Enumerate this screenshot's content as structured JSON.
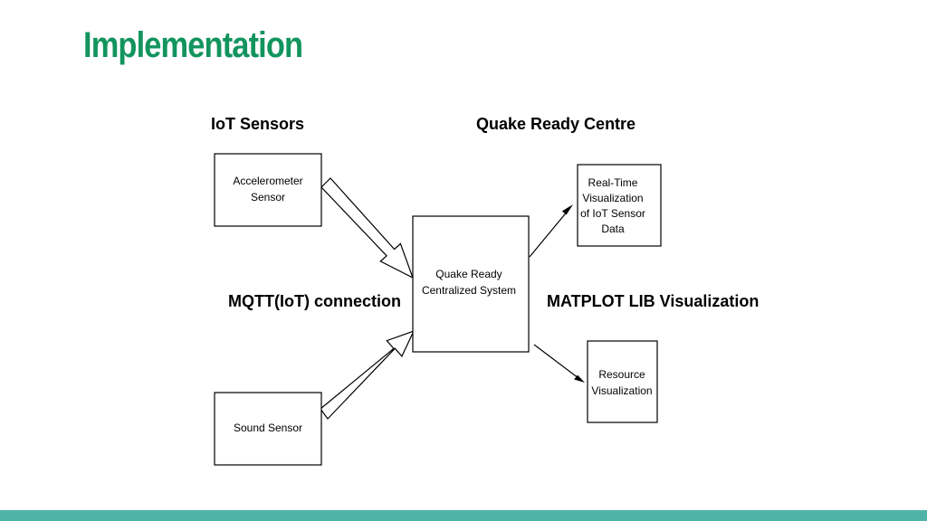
{
  "slide": {
    "title": "Implementation",
    "title_color": "#12945e",
    "footer_color": "#4fb3a9"
  },
  "diagram": {
    "headings": {
      "sensors": "IoT Sensors",
      "centre": "Quake Ready Centre",
      "connection": "MQTT(IoT) connection",
      "visualization": "MATPLOT LIB Visualization"
    },
    "boxes": {
      "accelerometer": [
        "Accelerometer",
        "Sensor"
      ],
      "sound": [
        "Sound Sensor"
      ],
      "central": [
        "Quake Ready",
        "Centralized System"
      ],
      "realtime": [
        "Real-Time",
        "Visualization",
        "of IoT Sensor",
        "Data"
      ],
      "resource": [
        "Resource",
        "Visualization"
      ]
    }
  }
}
